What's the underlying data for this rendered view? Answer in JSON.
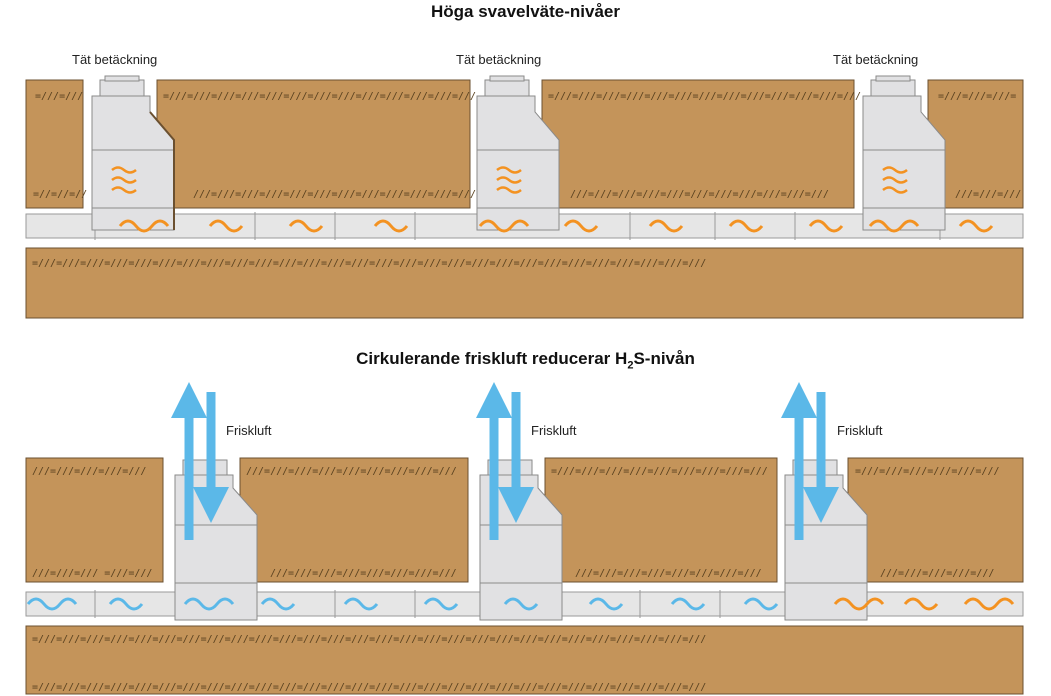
{
  "panel_top": {
    "title": "Höga svavelväte-nivåer",
    "cover_labels": [
      "Tät betäckning",
      "Tät betäckning",
      "Tät betäckning"
    ]
  },
  "panel_bottom": {
    "title_prefix": "Cirkulerande friskluft reducerar H",
    "title_sub": "2",
    "title_suffix": "S-nivån",
    "air_labels": [
      "Friskluft",
      "Friskluft",
      "Friskluft"
    ]
  },
  "colors": {
    "soil": "#c4945a",
    "soil_border": "#6b5030",
    "well": "#e1e1e3",
    "well_border": "#8a8a8a",
    "pipe": "#e6e6e6",
    "gas_orange": "#f39221",
    "fresh_air_blue": "#5bb8e8"
  }
}
